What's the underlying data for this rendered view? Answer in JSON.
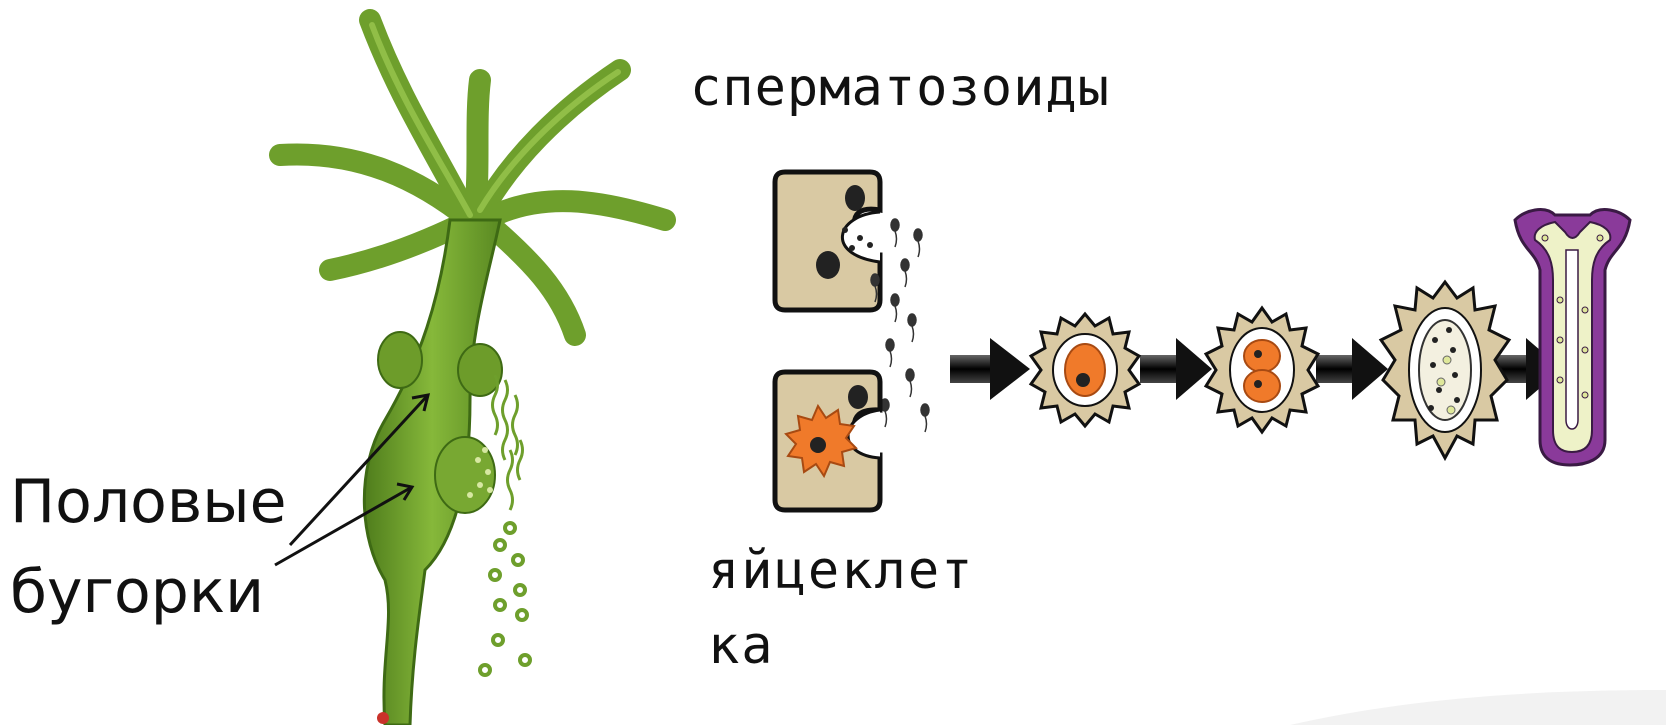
{
  "title_fragment": "",
  "labels": {
    "sperm": "сперматозоиды",
    "egg_line1": "яйцеклет",
    "egg_line2": "ка",
    "tubercles_line1": "Половые",
    "tubercles_line2": "бугорки"
  },
  "colors": {
    "hydra_body": "#6b9a2a",
    "hydra_light": "#8ab83a",
    "cell_tan": "#d9c9a3",
    "egg_orange": "#f07a2a",
    "gastrula_purple": "#8a3a9a",
    "arrow_black": "#111111"
  }
}
